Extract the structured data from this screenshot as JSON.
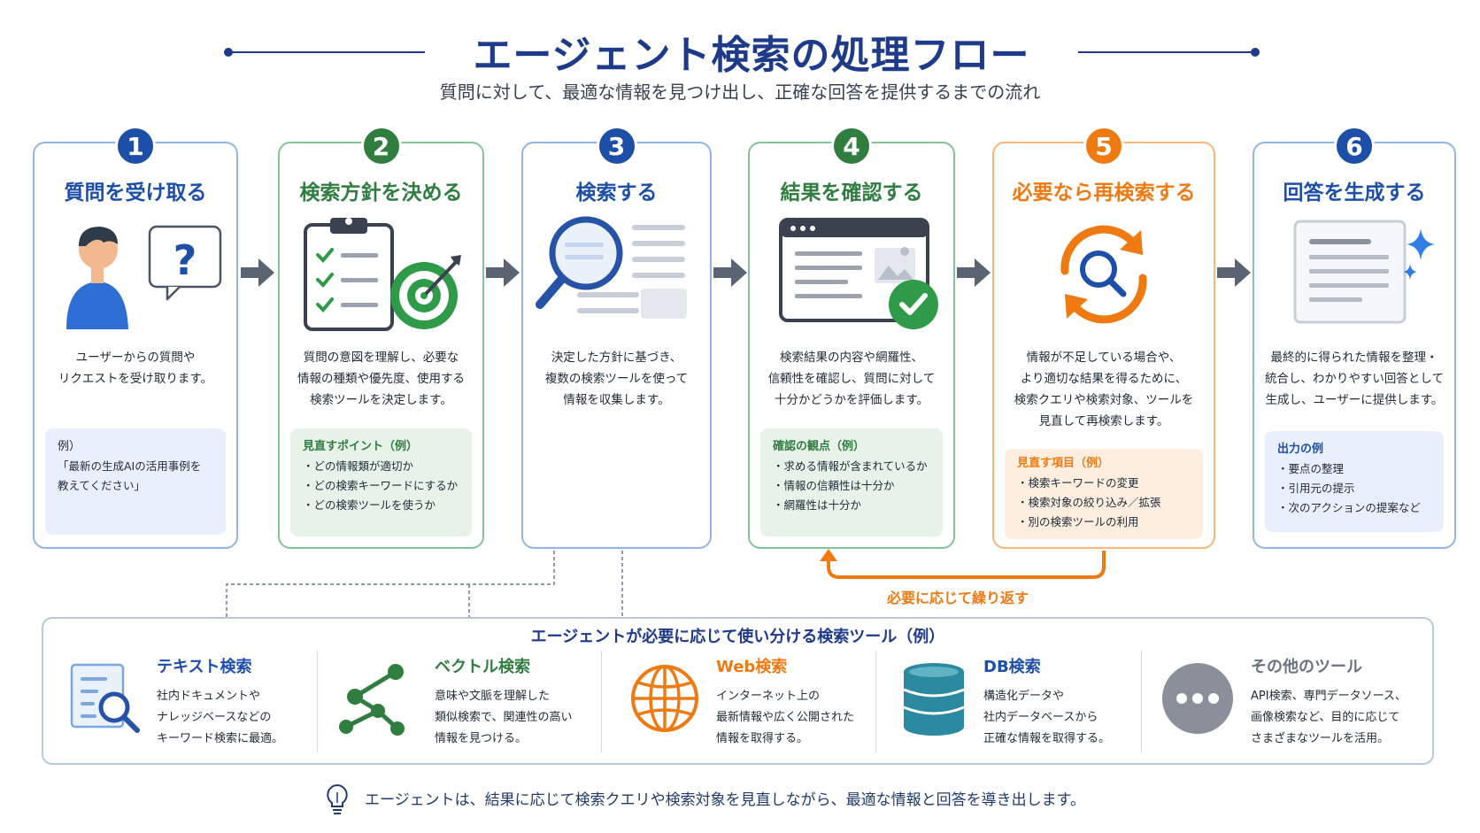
{
  "header": {
    "title": "エージェント検索の処理フロー",
    "subtitle": "質問に対して、最適な情報を見つけ出し、正確な回答を提供するまでの流れ"
  },
  "colors": {
    "navy": "#1e3a8a",
    "blue": "#1d4ea8",
    "green": "#2f7d3f",
    "orange": "#ef7a12",
    "teal": "#2b8aa0",
    "gray": "#8a8f99"
  },
  "steps": [
    {
      "number": "1",
      "title": "質問を受け取る",
      "icon": "user-question-icon",
      "desc": [
        "ユーザーからの質問や",
        "リクエストを受け取ります。"
      ],
      "box_title": "例）",
      "box_items": [
        "「最新の生成AIの活用事例を",
        "教えてください」"
      ]
    },
    {
      "number": "2",
      "title": "検索方針を決める",
      "icon": "clipboard-target-icon",
      "desc": [
        "質問の意図を理解し、必要な",
        "情報の種類や優先度、使用する",
        "検索ツールを決定します。"
      ],
      "box_title": "見直すポイント（例）",
      "box_items": [
        "・どの情報類が適切か",
        "・どの検索キーワードにするか",
        "・どの検索ツールを使うか"
      ]
    },
    {
      "number": "3",
      "title": "検索する",
      "icon": "magnifier-document-icon",
      "desc": [
        "決定した方針に基づき、",
        "複数の検索ツールを使って",
        "情報を収集します。"
      ],
      "box_title": "",
      "box_items": []
    },
    {
      "number": "4",
      "title": "結果を確認する",
      "icon": "browser-check-icon",
      "desc": [
        "検索結果の内容や網羅性、",
        "信頼性を確認し、質問に対して",
        "十分かどうかを評価します。"
      ],
      "box_title": "確認の観点（例）",
      "box_items": [
        "・求める情報が含まれているか",
        "・情報の信頼性は十分か",
        "・網羅性は十分か"
      ]
    },
    {
      "number": "5",
      "title": "必要なら再検索する",
      "icon": "refresh-search-icon",
      "desc": [
        "情報が不足している場合や、",
        "より適切な結果を得るために、",
        "検索クエリや検索対象、ツールを",
        "見直して再検索します。"
      ],
      "box_title": "見直す項目（例）",
      "box_items": [
        "・検索キーワードの変更",
        "・検索対象の絞り込み／拡張",
        "・別の検索ツールの利用"
      ]
    },
    {
      "number": "6",
      "title": "回答を生成する",
      "icon": "document-sparkle-icon",
      "desc": [
        "最終的に得られた情報を整理・",
        "統合し、わかりやすい回答として",
        "生成し、ユーザーに提供します。"
      ],
      "box_title": "出力の例",
      "box_items": [
        "・要点の整理",
        "・引用元の提示",
        "・次のアクションの提案など"
      ]
    }
  ],
  "loop_label": "必要に応じて繰り返す",
  "tools": {
    "title": "エージェントが必要に応じて使い分ける検索ツール（例）",
    "items": [
      {
        "name": "テキスト検索",
        "icon": "text-search-icon",
        "desc": [
          "社内ドキュメントや",
          "ナレッジベースなどの",
          "キーワード検索に最適。"
        ]
      },
      {
        "name": "ベクトル検索",
        "icon": "vector-graph-icon",
        "desc": [
          "意味や文脈を理解した",
          "類似検索で、関連性の高い",
          "情報を見つける。"
        ]
      },
      {
        "name": "Web検索",
        "icon": "globe-icon",
        "desc": [
          "インターネット上の",
          "最新情報や広く公開された",
          "情報を取得する。"
        ]
      },
      {
        "name": "DB検索",
        "icon": "database-icon",
        "desc": [
          "構造化データや",
          "社内データベースから",
          "正確な情報を取得する。"
        ]
      },
      {
        "name": "その他のツール",
        "icon": "more-icon",
        "desc": [
          "API検索、専門データソース、",
          "画像検索など、目的に応じて",
          "さまざまなツールを活用。"
        ]
      }
    ]
  },
  "footer": "エージェントは、結果に応じて検索クエリや検索対象を見直しながら、最適な情報と回答を導き出します。"
}
